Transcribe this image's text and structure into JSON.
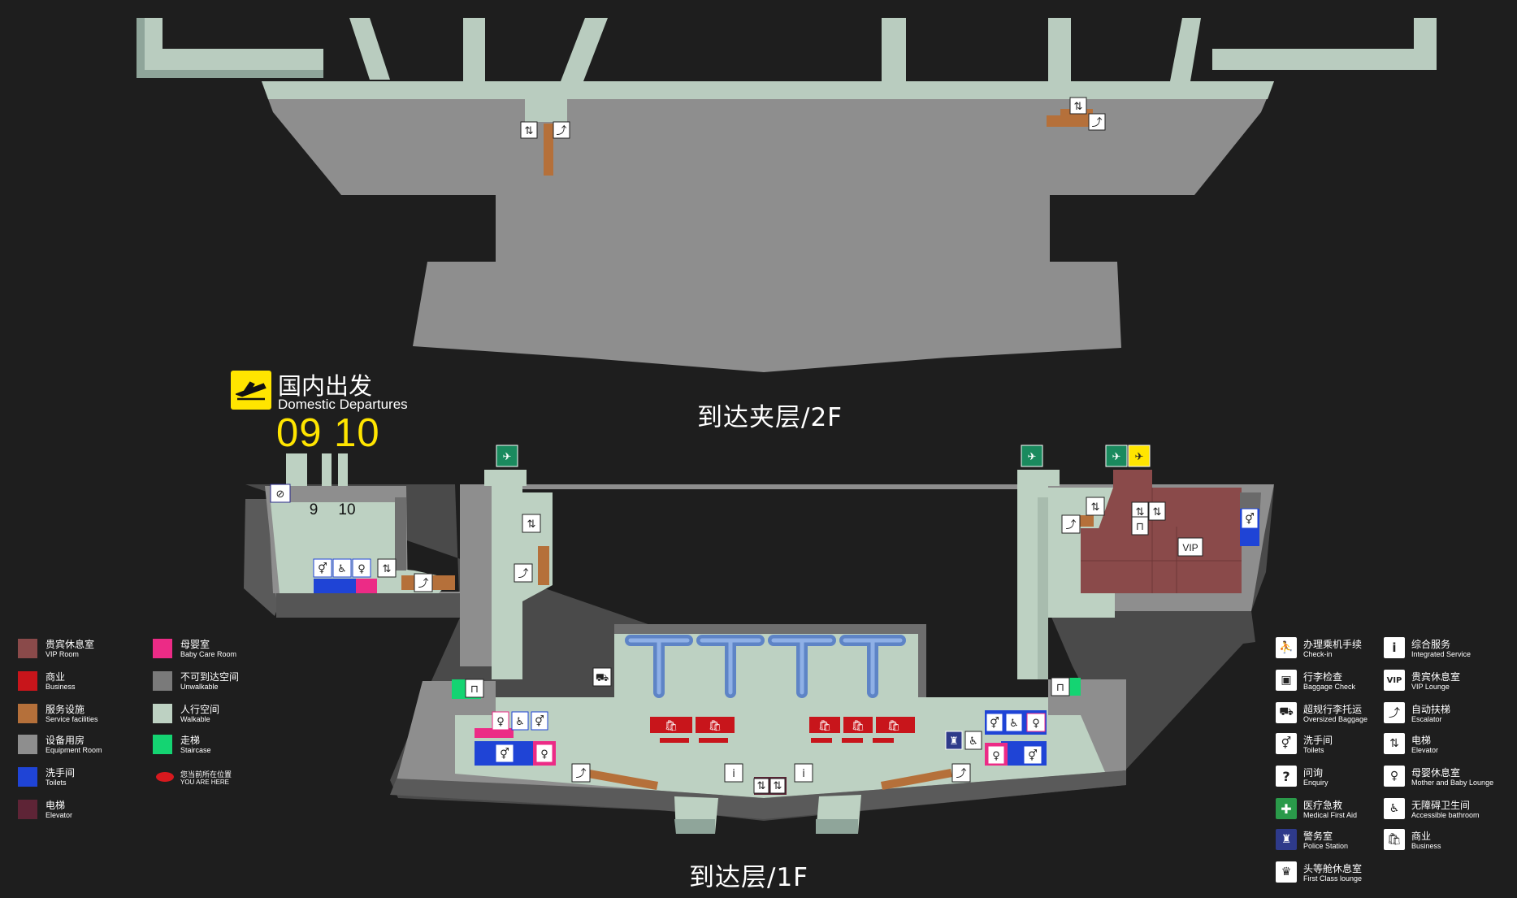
{
  "floors": {
    "upper": {
      "label": "到达夹层/2F"
    },
    "lower": {
      "label": "到达层/1F"
    }
  },
  "departures": {
    "zh": "国内出发",
    "en": "Domestic Departures",
    "gates": "09 10",
    "gate_labels": [
      "9",
      "10"
    ]
  },
  "map_labels": {
    "vip": "VIP"
  },
  "colors": {
    "background": "#1e1e1e",
    "vip_room": "#8a4a4a",
    "business": "#c8151b",
    "service": "#b5703a",
    "equipment": "#8e8e8e",
    "toilets": "#1f44d6",
    "elevator": "#5e2436",
    "baby_care": "#ec2b86",
    "unwalkable": "#7a7a7a",
    "walkable": "#bdd1c2",
    "staircase": "#14d472",
    "departure_sign": "#ffe500",
    "green_sign": "#1a8a5e"
  },
  "legend_left": [
    {
      "zh": "贵宾休息室",
      "en": "VIP Room",
      "color": "#8a4a4a"
    },
    {
      "zh": "商业",
      "en": "Business",
      "color": "#c8151b"
    },
    {
      "zh": "服务设施",
      "en": "Service facilities",
      "color": "#b5703a"
    },
    {
      "zh": "设备用房",
      "en": "Equipment Room",
      "color": "#8e8e8e"
    },
    {
      "zh": "洗手间",
      "en": "Toilets",
      "color": "#1f44d6"
    },
    {
      "zh": "电梯",
      "en": "Elevator",
      "color": "#5e2436"
    }
  ],
  "legend_mid": [
    {
      "zh": "母婴室",
      "en": "Baby Care Room",
      "color": "#ec2b86"
    },
    {
      "zh": "不可到达空间",
      "en": "Unwalkable",
      "color": "#7a7a7a"
    },
    {
      "zh": "人行空间",
      "en": "Walkable",
      "color": "#bdd1c2"
    },
    {
      "zh": "走梯",
      "en": "Staircase",
      "color": "#14d472"
    }
  ],
  "you_are_here": {
    "zh": "您当前所在位置",
    "en": "YOU ARE HERE"
  },
  "legend_icons_left": [
    {
      "zh": "办理乘机手续",
      "en": "Check-in",
      "icon": "check-in-icon",
      "glyph": "⛹"
    },
    {
      "zh": "行李检查",
      "en": "Baggage Check",
      "icon": "baggage-check-icon",
      "glyph": "▣"
    },
    {
      "zh": "超规行李托运",
      "en": "Oversized Baggage",
      "icon": "oversized-baggage-icon",
      "glyph": "⛟"
    },
    {
      "zh": "洗手间",
      "en": "Toilets",
      "icon": "toilets-icon",
      "glyph": "👫"
    },
    {
      "zh": "问询",
      "en": "Enquiry",
      "icon": "enquiry-icon",
      "glyph": "?"
    },
    {
      "zh": "医疗急救",
      "en": "Medical First Aid",
      "icon": "first-aid-icon",
      "glyph": "✚"
    },
    {
      "zh": "警务室",
      "en": "Police Station",
      "icon": "police-icon",
      "glyph": "♜"
    },
    {
      "zh": "头等舱休息室",
      "en": "First Class lounge",
      "icon": "first-class-lounge-icon",
      "glyph": "♛"
    }
  ],
  "legend_icons_right": [
    {
      "zh": "综合服务",
      "en": "Integrated Service",
      "icon": "info-icon",
      "glyph": "i"
    },
    {
      "zh": "贵宾休息室",
      "en": "VIP Lounge",
      "icon": "vip-lounge-icon",
      "glyph": "VIP"
    },
    {
      "zh": "自动扶梯",
      "en": "Escalator",
      "icon": "escalator-icon",
      "glyph": "⤴"
    },
    {
      "zh": "电梯",
      "en": "Elevator",
      "icon": "elevator-icon",
      "glyph": "⇅"
    },
    {
      "zh": "母婴休息室",
      "en": "Mother and Baby Lounge",
      "icon": "baby-lounge-icon",
      "glyph": "♀"
    },
    {
      "zh": "无障碍卫生间",
      "en": "Accessible bathroom",
      "icon": "accessible-bathroom-icon",
      "glyph": "♿"
    },
    {
      "zh": "商业",
      "en": "Business",
      "icon": "business-icon",
      "glyph": "🛍"
    }
  ]
}
